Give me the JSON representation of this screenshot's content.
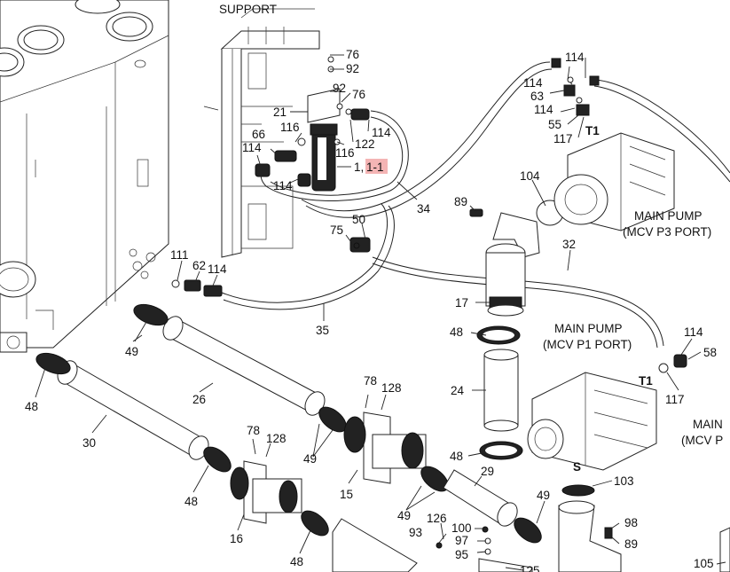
{
  "labels": {
    "support": "SUPPORT",
    "l76a": "76",
    "l92a": "92",
    "l92b": "92",
    "l76b": "76",
    "l21": "21",
    "l116a": "116",
    "l66": "66",
    "l114a": "114",
    "l116b": "116",
    "l122": "122",
    "l114b": "114",
    "l114c": "114",
    "l1": "1,",
    "l1_1": "1-1",
    "l34": "34",
    "l89a": "89",
    "l104": "104",
    "l50": "50",
    "l75": "75",
    "l111": "111",
    "l62": "62",
    "l114d": "114",
    "l32": "32",
    "l17": "17",
    "l35": "35",
    "l49a": "49",
    "l48a": "48",
    "l26": "26",
    "l48b": "48",
    "l30": "30",
    "l78a": "78",
    "l128a": "128",
    "l24": "24",
    "l49b": "49",
    "l78b": "78",
    "l128b": "128",
    "l15": "15",
    "l48c": "48",
    "l48d": "48",
    "l29": "29",
    "l16": "16",
    "l49c": "49",
    "l49d": "49",
    "l48e": "48",
    "l126": "126",
    "l100": "100",
    "l93": "93",
    "l97": "97",
    "l95": "95",
    "l125": "125",
    "l103": "103",
    "l98": "98",
    "l89b": "89",
    "l105": "105",
    "l114e": "114",
    "l58": "58",
    "l117a": "117",
    "l114f": "114",
    "l63": "63",
    "l114g": "114",
    "l55": "55",
    "l117b": "117",
    "l114h": "114",
    "t1a": "T1",
    "t1b": "T1",
    "s": "S",
    "mp3_1": "MAIN PUMP",
    "mp3_2": "(MCV P3 PORT)",
    "mp1_1": "MAIN PUMP",
    "mp1_2": "(MCV P1 PORT)",
    "mp_cut1": "MAIN",
    "mp_cut2": "(MCV P"
  }
}
